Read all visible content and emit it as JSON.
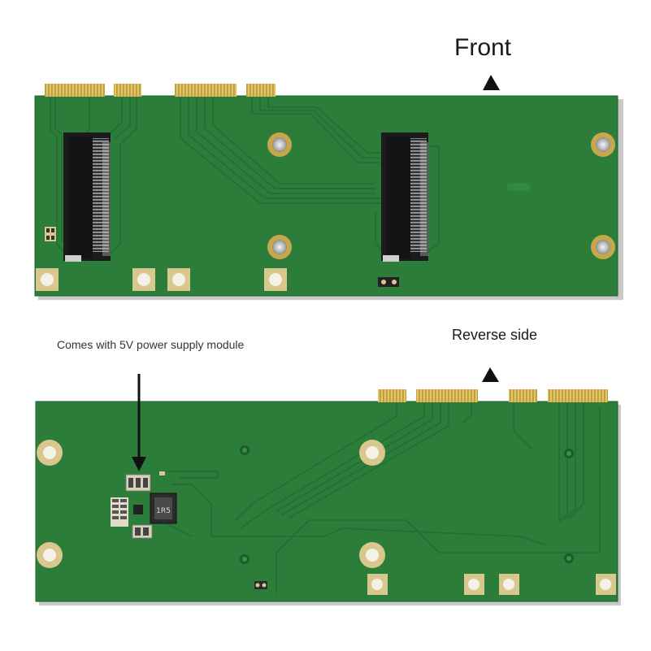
{
  "labels": {
    "front": "Front",
    "reverse": "Reverse side",
    "callout": "Comes with 5V power supply module",
    "inductor_marking": "1R5"
  },
  "colors": {
    "pcb": "#2a7a38",
    "pcb_edge": "#1e5e2a",
    "trace": "#236b31",
    "gold": "#c8a64a",
    "pad": "#e7d9ae"
  }
}
